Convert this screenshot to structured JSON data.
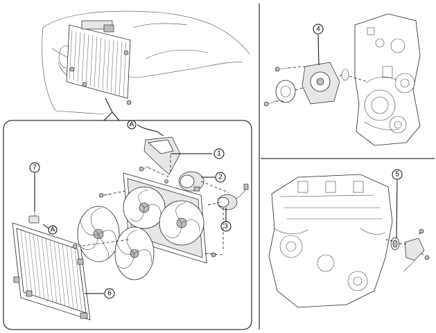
{
  "diagram": {
    "callouts": [
      {
        "id": "c1",
        "label": "1"
      },
      {
        "id": "c2",
        "label": "2"
      },
      {
        "id": "c3",
        "label": "3"
      },
      {
        "id": "c4",
        "label": "4"
      },
      {
        "id": "c5",
        "label": "5"
      },
      {
        "id": "c6",
        "label": "6"
      },
      {
        "id": "c7",
        "label": "7"
      }
    ],
    "connectors": [
      {
        "id": "a1",
        "label": "A"
      },
      {
        "id": "a2",
        "label": "A"
      }
    ],
    "colors": {
      "line": "#000000",
      "background": "#ffffff",
      "shade": "#e6e6e6"
    }
  }
}
